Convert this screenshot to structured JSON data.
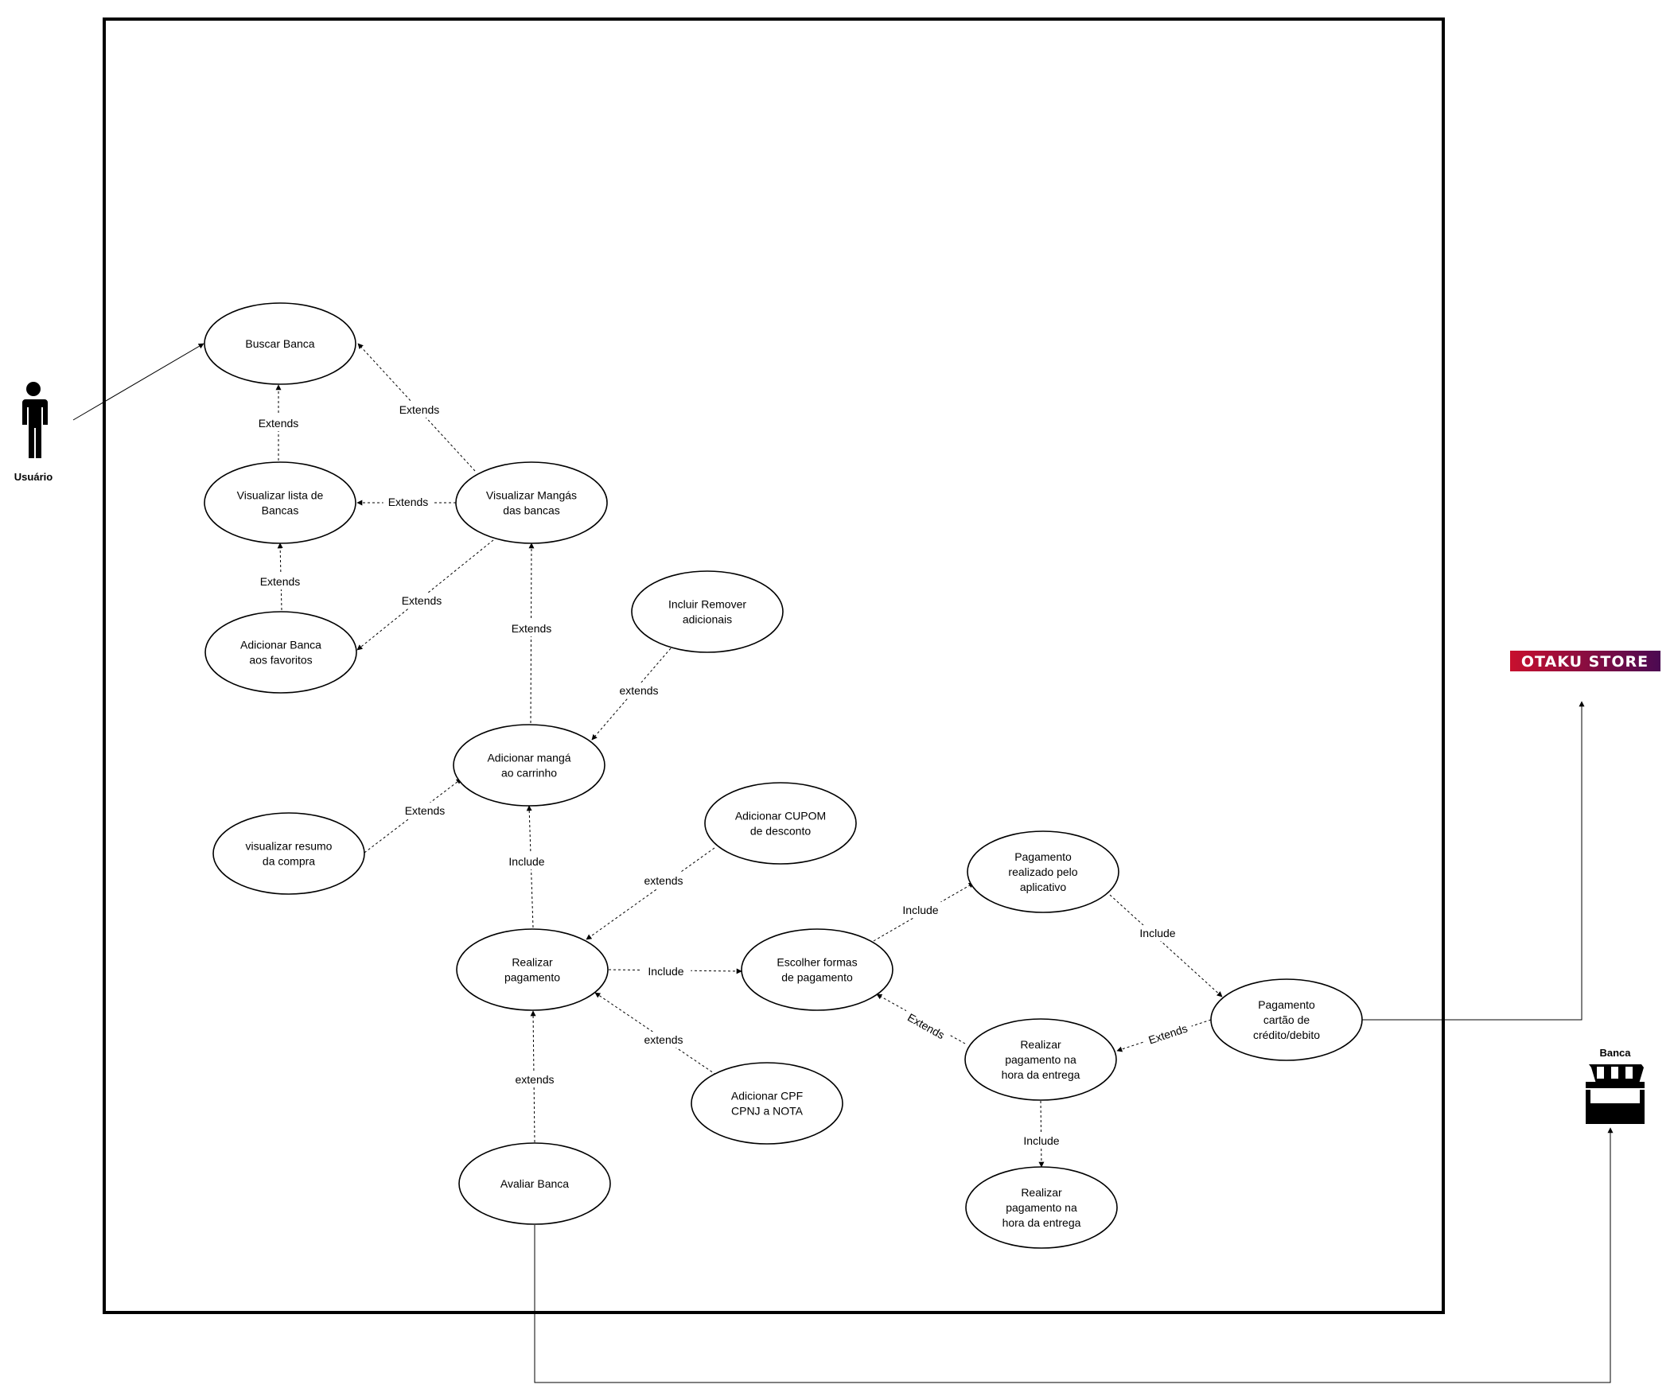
{
  "actors": {
    "user": {
      "name": "Usuário",
      "icon": "person-icon"
    },
    "store": {
      "name": "Banca",
      "icon": "storefront-icon"
    },
    "logo": {
      "text": "OTAKU STORE",
      "colors": [
        "#c8102e",
        "#4b0a52"
      ]
    }
  },
  "use_cases": {
    "buscar_banca": [
      "Buscar Banca"
    ],
    "visualizar_lista": [
      "Visualizar lista de",
      "Bancas"
    ],
    "visualizar_mangas": [
      "Visualizar Mangás",
      "das bancas"
    ],
    "adicionar_favoritos": [
      "Adicionar Banca",
      "aos favoritos"
    ],
    "incluir_remover": [
      "Incluir Remover",
      "adicionais"
    ],
    "adicionar_carrinho": [
      "Adicionar mangá",
      "ao carrinho"
    ],
    "visualizar_resumo": [
      "visualizar resumo",
      "da compra"
    ],
    "adicionar_cupom": [
      "Adicionar CUPOM",
      "de desconto"
    ],
    "realizar_pagamento": [
      "Realizar",
      "pagamento"
    ],
    "escolher_formas": [
      "Escolher formas",
      "de pagamento"
    ],
    "pagamento_app": [
      "Pagamento",
      "realizado pelo",
      "aplicativo"
    ],
    "pagamento_cartao": [
      "Pagamento",
      "cartão de",
      "crédito/debito"
    ],
    "pagamento_entrega": [
      "Realizar",
      "pagamento na",
      "hora da entrega"
    ],
    "pagamento_entrega_2": [
      "Realizar",
      "pagamento na",
      "hora da entrega"
    ],
    "adicionar_cpf": [
      "Adicionar CPF",
      "CPNJ a NOTA"
    ],
    "avaliar_banca": [
      "Avaliar Banca"
    ]
  },
  "relations": {
    "lista_to_buscar": "Extends",
    "mangas_to_buscar": "Extends",
    "mangas_to_lista": "Extends",
    "favoritos_to_lista": "Extends",
    "mangas_to_favoritos": "Extends",
    "carrinho_to_mangas": "Extends",
    "incluir_to_carrinho": "extends",
    "resumo_to_carrinho": "Extends",
    "pagamento_to_carrinho": "Include",
    "cupom_to_pagamento": "extends",
    "pagamento_to_formas": "Include",
    "cpf_to_pagamento": "extends",
    "avaliar_to_pagamento": "extends",
    "formas_to_app": "Include",
    "app_to_cartao": "Include",
    "entrega_to_formas": "Extends",
    "cartao_to_entrega": "Extends",
    "entrega_to_entrega2": "Include"
  }
}
